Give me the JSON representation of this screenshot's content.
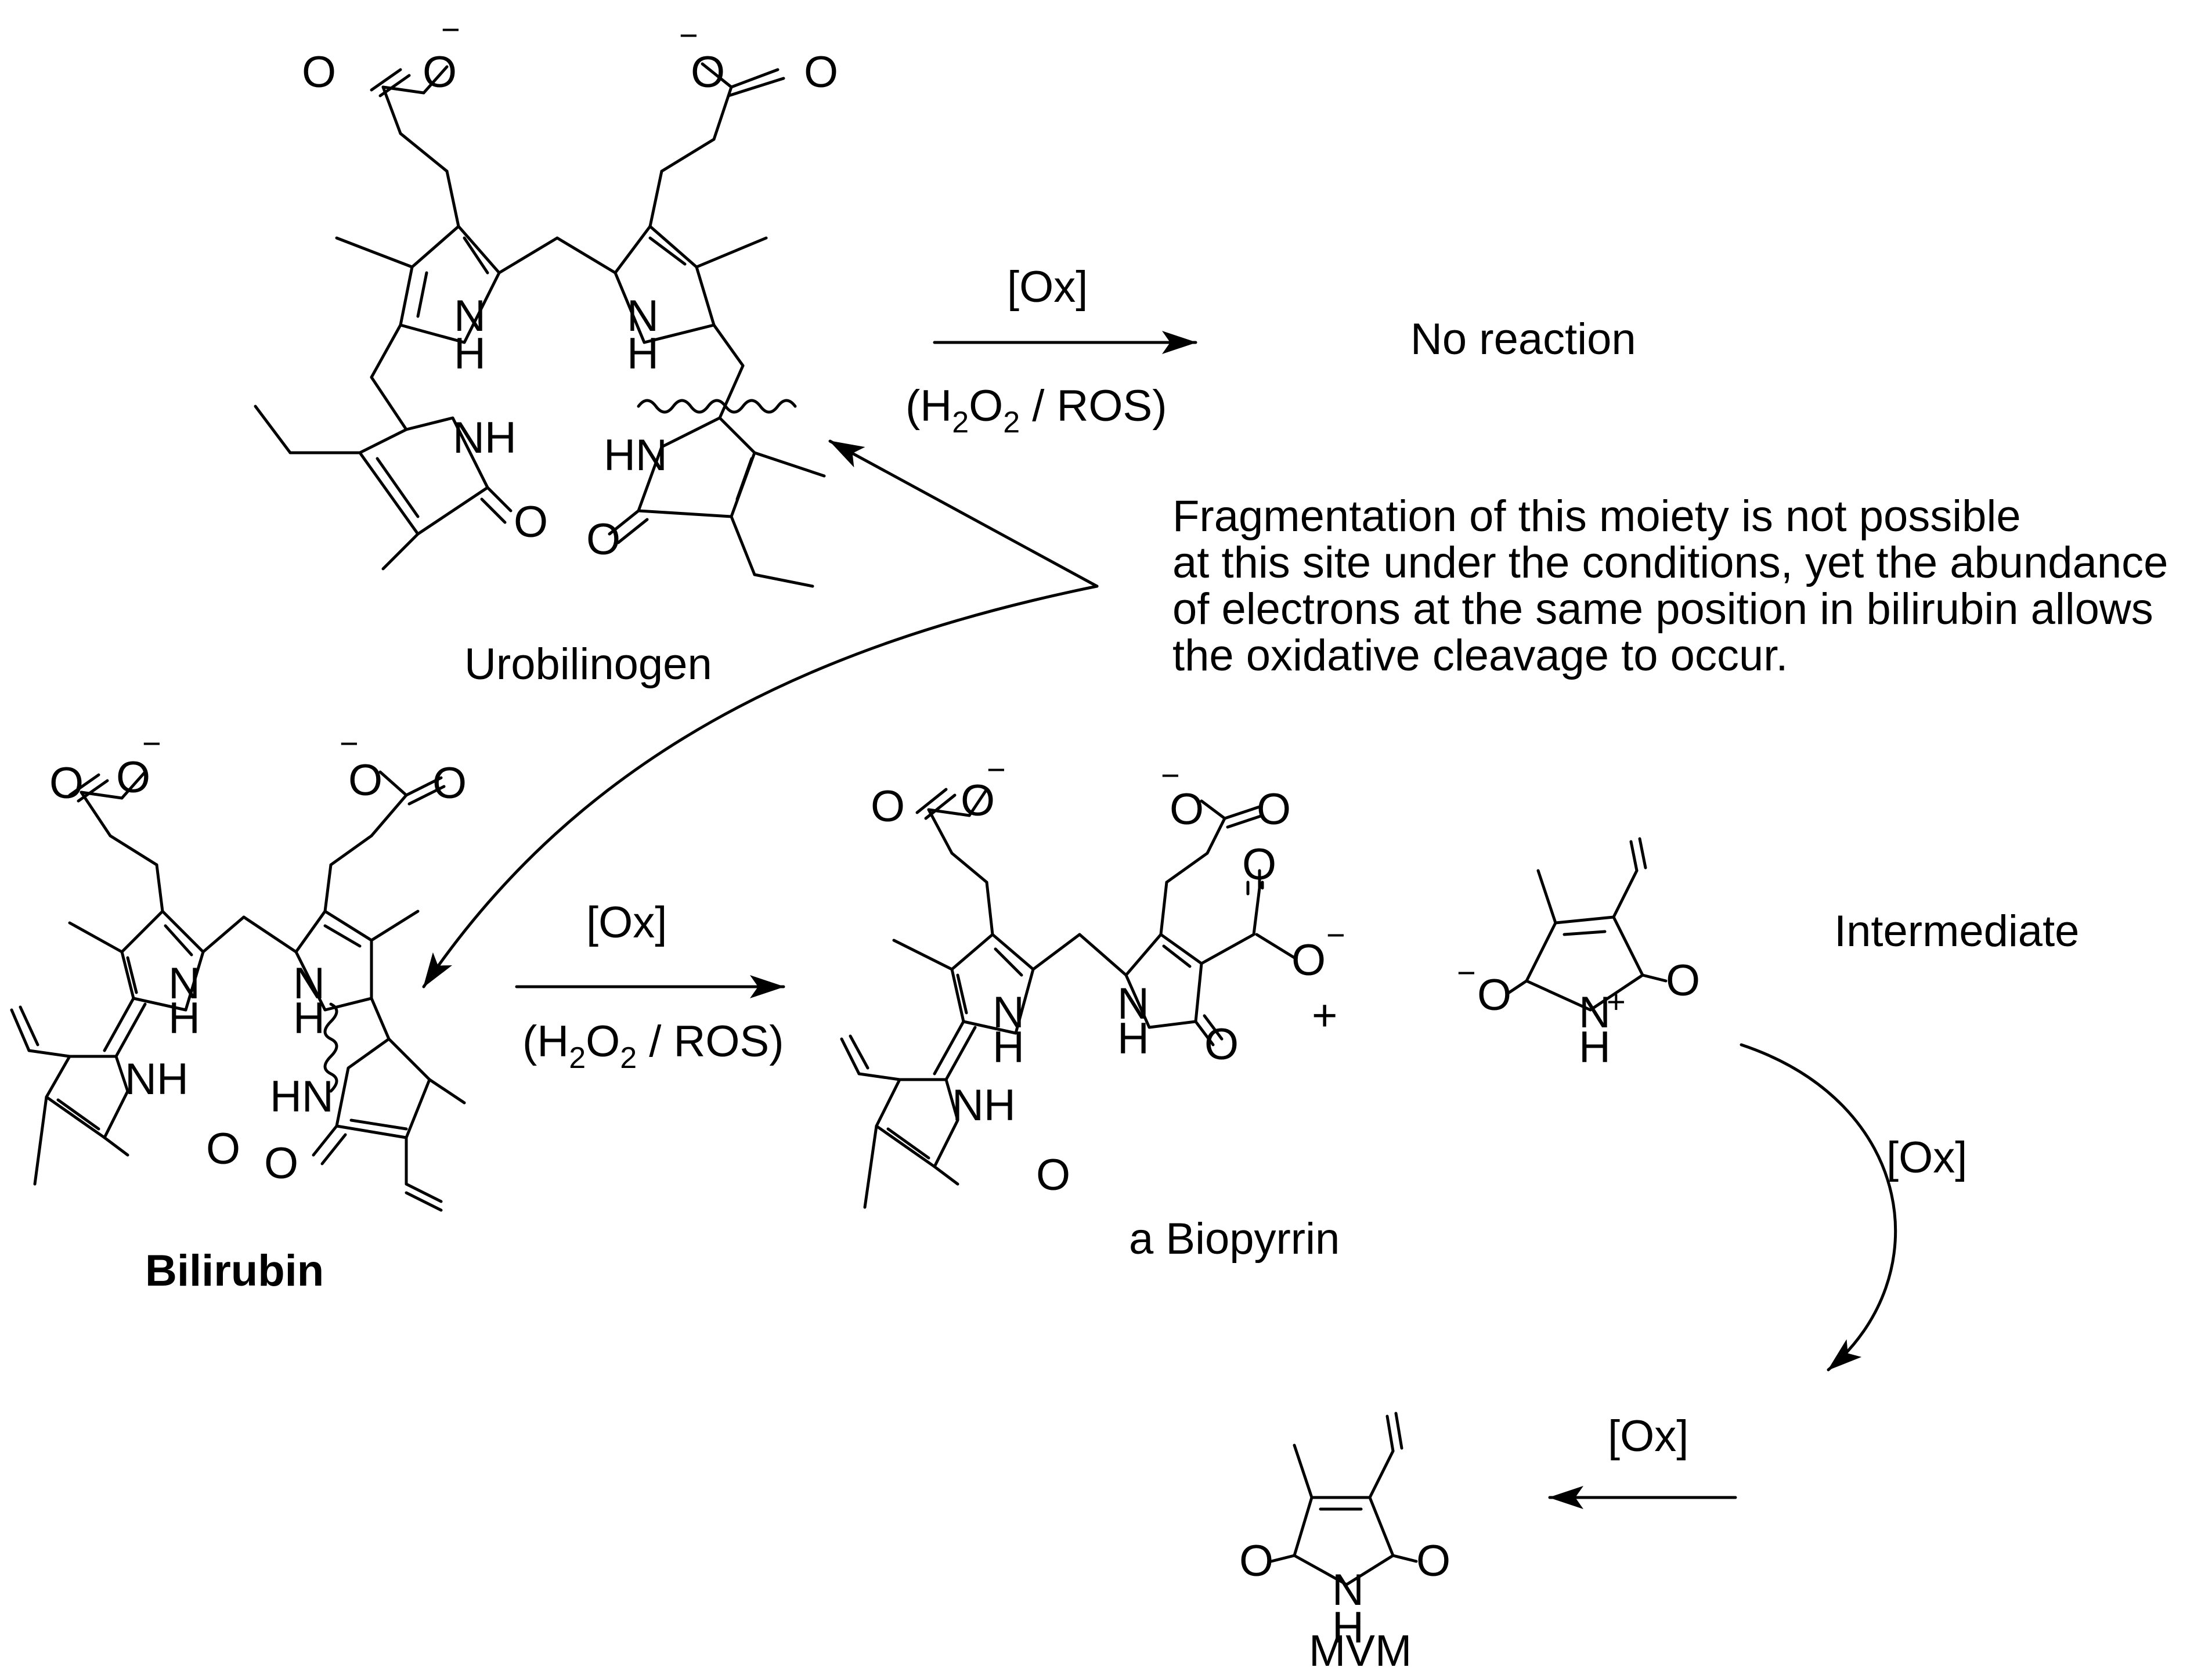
{
  "reaction_top": {
    "reagent": "[Ox]",
    "conditions": "(H2O2 / ROS)",
    "outcome": "No reaction"
  },
  "reaction_middle": {
    "reagent": "[Ox]",
    "conditions": "(H2O2 / ROS)"
  },
  "compounds": {
    "urobilinogen": "Urobilinogen",
    "bilirubin": "Bilirubin",
    "biopyrrin": "a Biopyrrin",
    "intermediate": "Intermediate",
    "mvm": "MVM"
  },
  "plus_sign": "+",
  "annotation": {
    "line1": "Fragmentation of this moiety is not possible",
    "line2": "at this site under the conditions, yet the abundance",
    "line3": "of electrons at the same position in bilirubin allows",
    "line4": "the oxidative cleavage to occur."
  },
  "step_intermediate": {
    "reagent": "[Ox]"
  },
  "step_mvm": {
    "reagent": "[Ox]"
  },
  "atoms": {
    "O": "O",
    "NH": "NH",
    "HN": "HN",
    "N": "N",
    "H": "H",
    "minus": "−",
    "plus": "+"
  }
}
